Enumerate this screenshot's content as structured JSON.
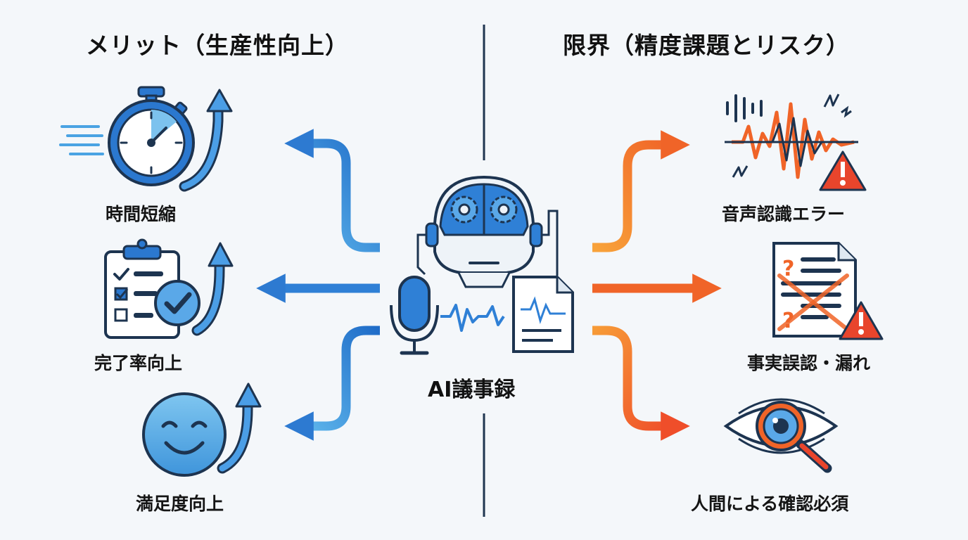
{
  "left_heading": "メリット（生産性向上）",
  "right_heading": "限界（精度課題とリスク）",
  "center_label": "AI議事録",
  "benefits": [
    {
      "label": "時間短縮",
      "icon": "stopwatch-icon"
    },
    {
      "label": "完了率向上",
      "icon": "checklist-icon"
    },
    {
      "label": "満足度向上",
      "icon": "smiley-icon"
    }
  ],
  "limits": [
    {
      "label": "音声認識エラー",
      "icon": "noisy-waveform-icon"
    },
    {
      "label": "事実誤認・漏れ",
      "icon": "crossed-document-icon"
    },
    {
      "label": "人間による確認必須",
      "icon": "eye-magnifier-icon"
    }
  ],
  "colors": {
    "benefit_blue": "#2e7fd4",
    "limit_orange": "#f26a2e",
    "outline": "#1d3450",
    "divider": "#1f3550",
    "warning_red": "#e8452c"
  }
}
